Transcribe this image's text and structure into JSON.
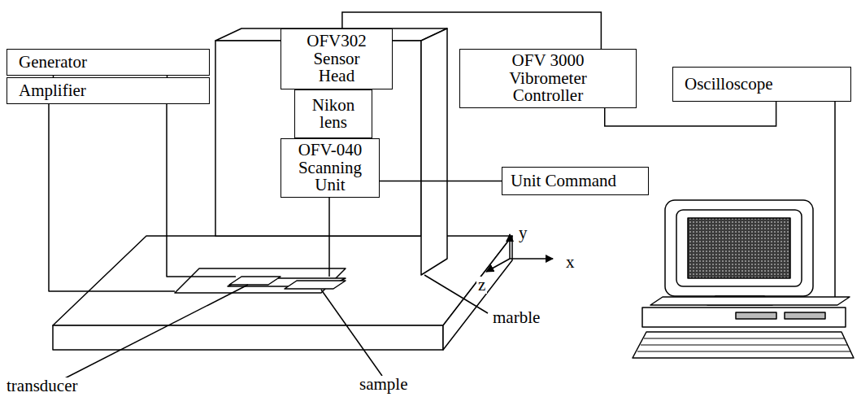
{
  "diagram": {
    "nodes": [
      {
        "text": [
          "Generator"
        ]
      },
      {
        "text": [
          "Amplifier"
        ]
      },
      {
        "text": [
          "OFV302 Sensor Head"
        ]
      },
      {
        "text": [
          "Nikon lens"
        ]
      },
      {
        "text": [
          "OFV-040 Scanning Unit"
        ]
      },
      {
        "text": [
          "OFV 3000 Vibrometer Controller"
        ]
      },
      {
        "text": [
          "Oscilloscope"
        ]
      },
      {
        "text": [
          "Unit Command"
        ]
      }
    ],
    "edges": [
      {
        "from": 0,
        "to": 1,
        "arrow": "none"
      },
      {
        "from": 2,
        "to": 5,
        "arrow": "none"
      },
      {
        "from": 5,
        "to": 6,
        "arrow": "none"
      },
      {
        "from": 4,
        "to": 7,
        "arrow": "none"
      }
    ],
    "labels": [
      "y",
      "z",
      "x",
      "marble",
      "transducer",
      "sample"
    ]
  }
}
